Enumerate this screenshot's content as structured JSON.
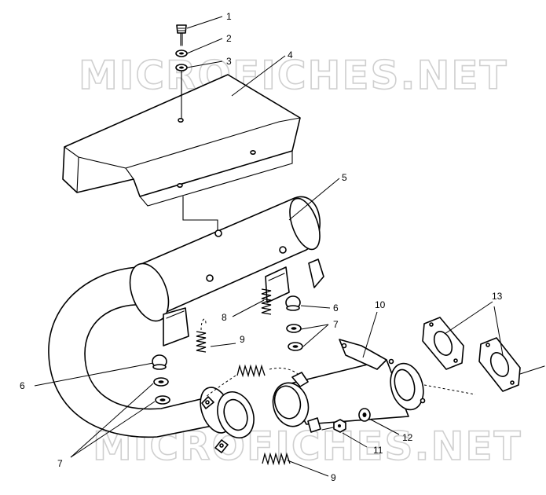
{
  "watermark": {
    "text": "MICROFICHES.NET",
    "color": "#cfcfcf"
  },
  "callouts": [
    {
      "id": "c1",
      "label": "1"
    },
    {
      "id": "c2",
      "label": "2"
    },
    {
      "id": "c3",
      "label": "3"
    },
    {
      "id": "c4",
      "label": "4"
    },
    {
      "id": "c5",
      "label": "5"
    },
    {
      "id": "c6a",
      "label": "6"
    },
    {
      "id": "c6b",
      "label": "6"
    },
    {
      "id": "c7a",
      "label": "7"
    },
    {
      "id": "c7b",
      "label": "7"
    },
    {
      "id": "c8",
      "label": "8"
    },
    {
      "id": "c9a",
      "label": "9"
    },
    {
      "id": "c9b",
      "label": "9"
    },
    {
      "id": "c10",
      "label": "10"
    },
    {
      "id": "c11",
      "label": "11"
    },
    {
      "id": "c12",
      "label": "12"
    },
    {
      "id": "c13",
      "label": "13"
    }
  ]
}
